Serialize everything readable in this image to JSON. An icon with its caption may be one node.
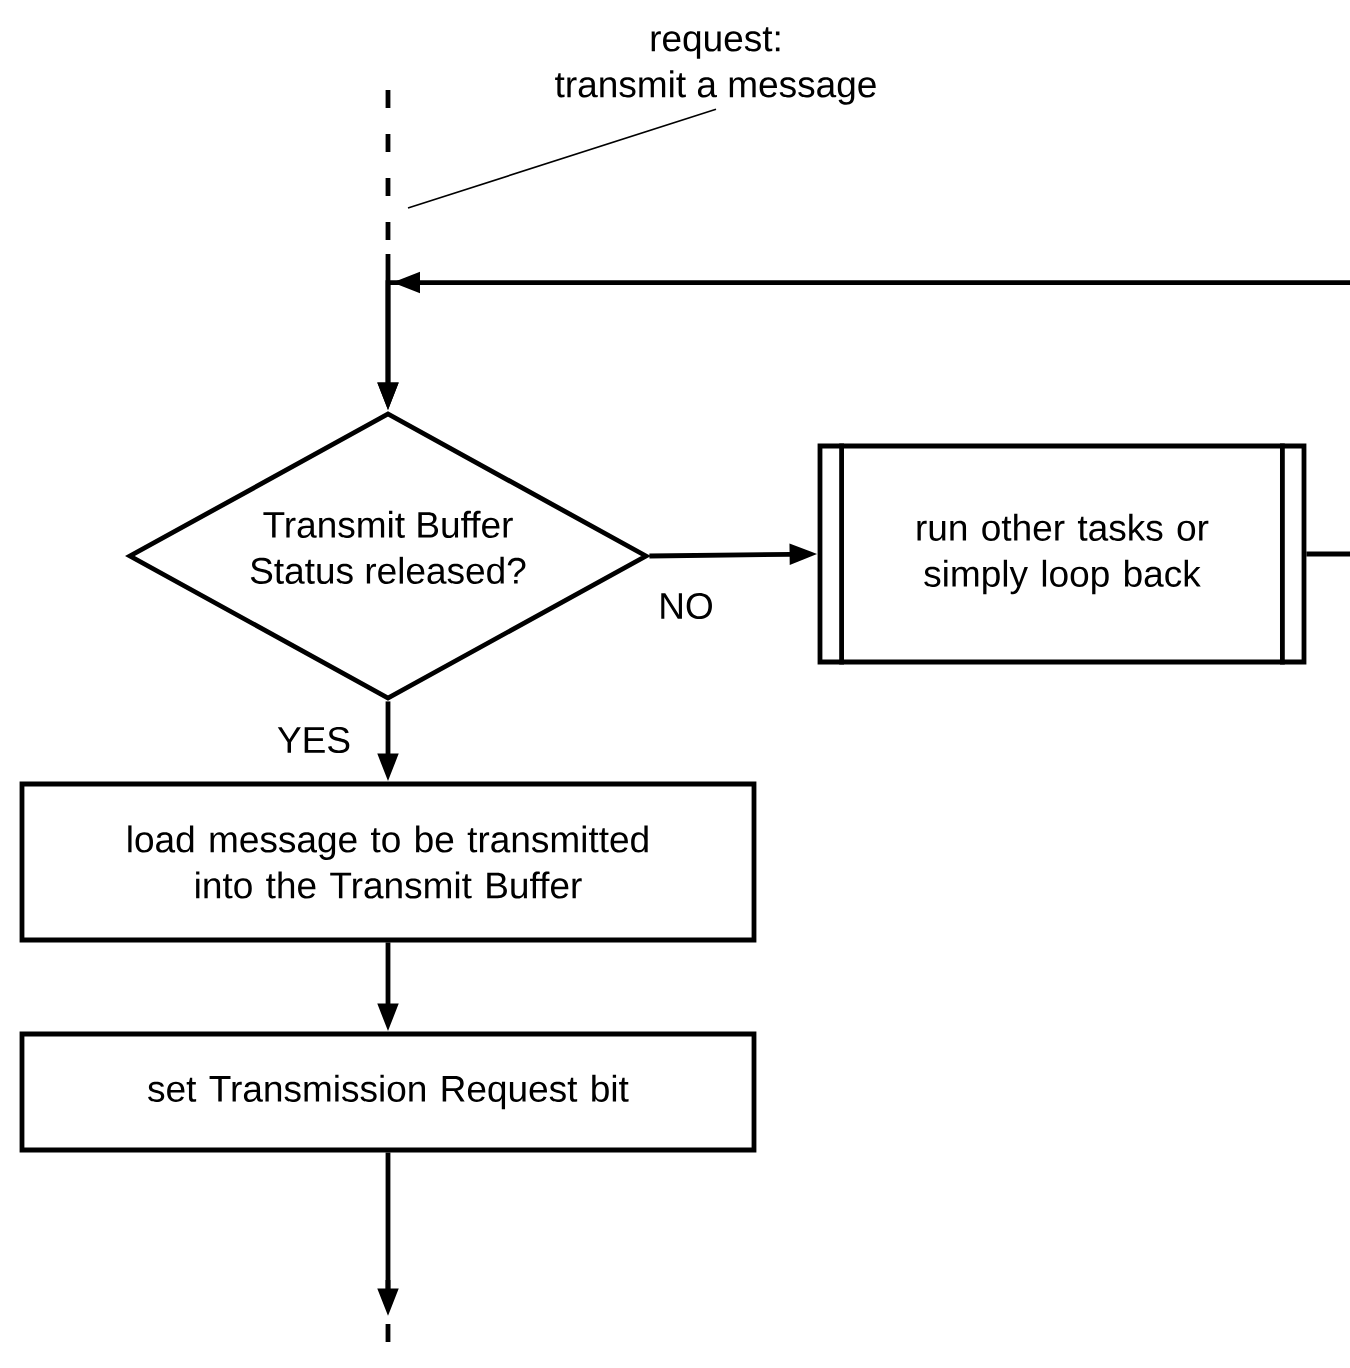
{
  "diagram": {
    "nodes": [
      {
        "text": [
          "request: transmit a message"
        ]
      },
      {
        "text": [
          "Transmit Buffer Status released?"
        ]
      },
      {
        "text": [
          "run other tasks or simply loop back"
        ]
      },
      {
        "text": [
          "load message to be transmitted into the Transmit Buffer"
        ]
      },
      {
        "text": [
          "set Transmission Request bit"
        ]
      }
    ],
    "edges": [
      {
        "from": 0,
        "to": null,
        "arrow": "none"
      },
      {
        "from": null,
        "to": 1,
        "arrow": "to",
        "style": "dashed"
      },
      {
        "from": 2,
        "to": 1,
        "arrow": "to"
      },
      {
        "from": 1,
        "to": 2,
        "arrow": "to",
        "label": "NO"
      },
      {
        "from": 1,
        "to": 3,
        "arrow": "to",
        "label": "YES"
      },
      {
        "from": 3,
        "to": 4,
        "arrow": "to"
      },
      {
        "from": 4,
        "to": null,
        "arrow": "to"
      }
    ]
  }
}
